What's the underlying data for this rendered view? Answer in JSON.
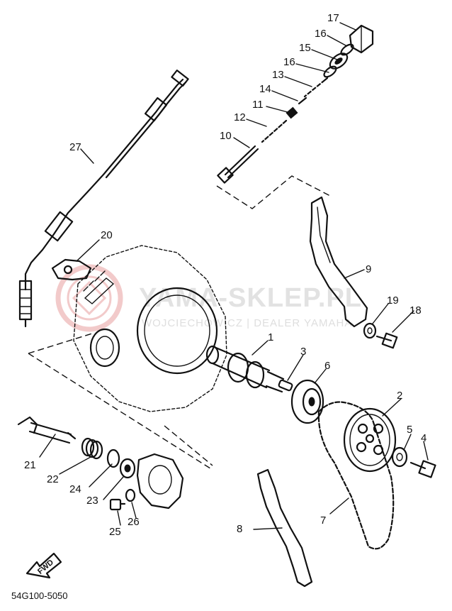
{
  "diagram": {
    "part_numbers": {
      "p1": "1",
      "p2": "2",
      "p3": "3",
      "p4": "4",
      "p5": "5",
      "p6": "6",
      "p7": "7",
      "p8": "8",
      "p9": "9",
      "p10": "10",
      "p11": "11",
      "p12": "12",
      "p13": "13",
      "p14": "14",
      "p15": "15",
      "p16a": "16",
      "p16b": "16",
      "p17": "17",
      "p18": "18",
      "p19": "19",
      "p20": "20",
      "p21": "21",
      "p22": "22",
      "p23": "23",
      "p24": "24",
      "p25": "25",
      "p26": "26",
      "p27": "27"
    },
    "catalog_code": "54G100-5050",
    "fwd_label": "FWD"
  },
  "watermark": {
    "brand": "YAMA-SKLEP.PL",
    "subtitle": "WOJCIECHOWICZ | DEALER YAMAHA",
    "logo_color": "#e8a0a0"
  }
}
